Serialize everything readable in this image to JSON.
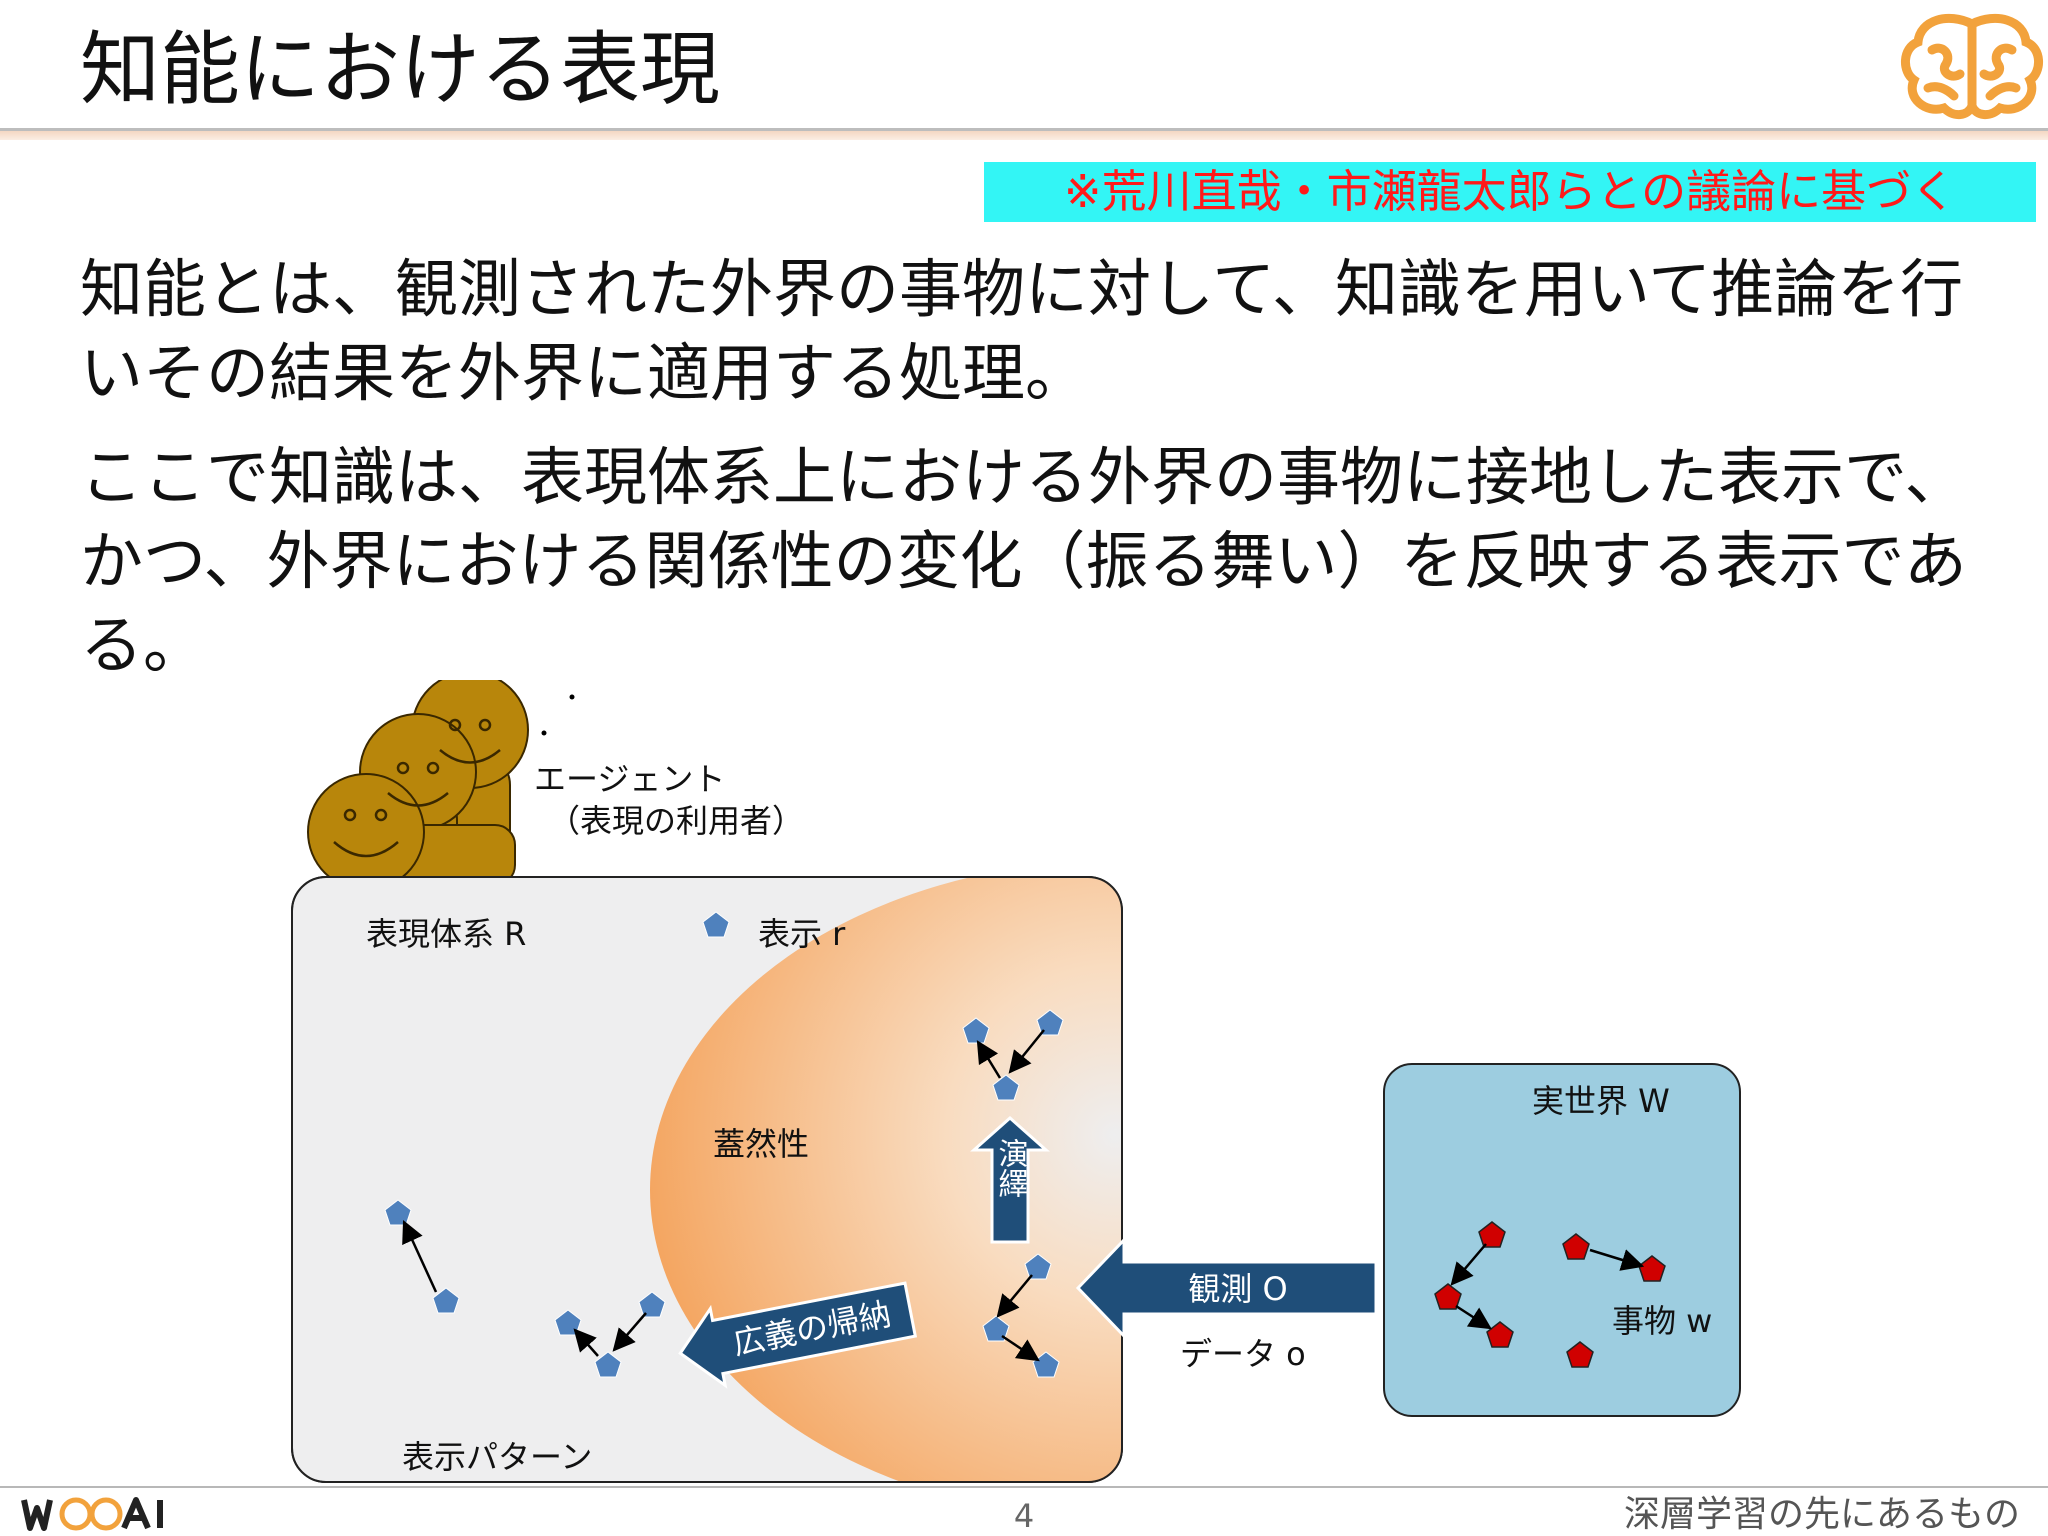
{
  "slide": {
    "title": "知能における表現",
    "note": "※荒川直哉・市瀬龍太郎らとの議論に基づく",
    "paragraphs": [
      "知能とは、観測された外界の事物に対して、知識を用いて推論を行いその結果を外界に適用する処理。",
      "ここで知識は、表現体系上における外界の事物に接地した表示で、かつ、外界における関係性の変化（振る舞い）を反映する表示である。"
    ]
  },
  "diagram": {
    "agent_label": "エージェント",
    "agent_sub": "（表現の利用者）",
    "representation_system": "表現体系 R",
    "display": "表示 r",
    "plausibility": "蓋然性",
    "deduction": "演繹",
    "induction": "広義の帰納",
    "observation": "観測 O",
    "data": "データ o",
    "display_pattern": "表示パターン",
    "real_world": "実世界 W",
    "thing": "事物 w"
  },
  "footer": {
    "page": "4",
    "title": "深層学習の先にあるもの"
  },
  "colors": {
    "note_bg": "#33f5f5",
    "note_text": "#ff1a1a",
    "agent": "#b8860b",
    "representation_bg": "#eeeeef",
    "gradient": "#f5a868",
    "blue_marker": "#4f81bd",
    "red_marker": "#d00000",
    "arrow_navy": "#1f4e79",
    "world_bg": "#9dcde0"
  },
  "icons": [
    "brain-logo-icon",
    "smiley-agent-icon",
    "pentagon-marker-icon",
    "woai-logo-icon"
  ]
}
